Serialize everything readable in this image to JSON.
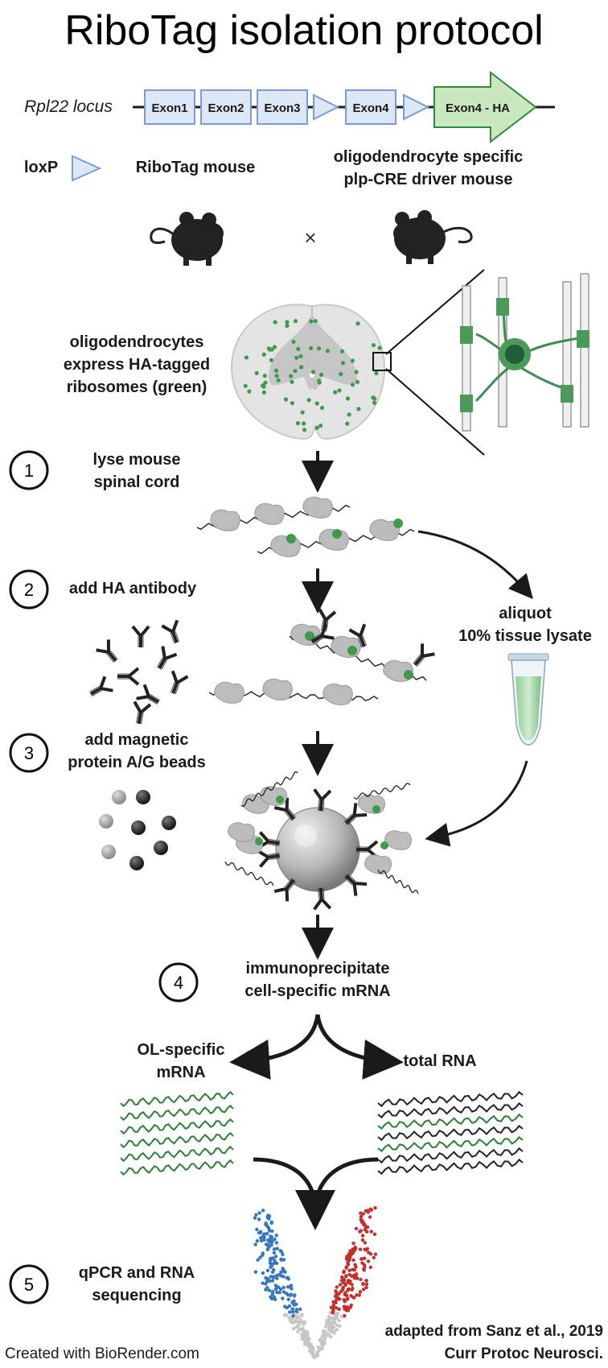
{
  "title": "RiboTag isolation protocol",
  "locus": {
    "label": "Rpl22 locus",
    "exons": [
      "Exon1",
      "Exon2",
      "Exon3",
      "Exon4",
      "Exon4 - HA"
    ]
  },
  "legend": {
    "loxp": "loxP",
    "ribotag_mouse": "RiboTag mouse",
    "driver_mouse_line1": "oligodendrocyte specific",
    "driver_mouse_line2": "plp-CRE driver mouse",
    "cross_symbol": "×"
  },
  "spinal": {
    "line1": "oligodendrocytes",
    "line2": "express HA-tagged",
    "line3": "ribosomes (green)"
  },
  "steps": [
    {
      "number": "1",
      "line1": "lyse mouse",
      "line2": "spinal cord"
    },
    {
      "number": "2",
      "line1": "add HA antibody",
      "line2": ""
    },
    {
      "number": "3",
      "line1": "add magnetic",
      "line2": "protein A/G  beads"
    },
    {
      "number": "4",
      "line1": "immunoprecipitate",
      "line2": "cell-specific mRNA"
    },
    {
      "number": "5",
      "line1": "qPCR and RNA",
      "line2": "sequencing"
    }
  ],
  "aliquot": {
    "line1": "aliquot",
    "line2": "10% tissue lysate"
  },
  "branches": {
    "ol_line1": "OL-specific",
    "ol_line2": "mRNA",
    "total": "total RNA"
  },
  "footer": {
    "created": "Created with BioRender.com",
    "citation_line1": "adapted from Sanz et al., 2019",
    "citation_line2": "Curr Protoc Neurosci."
  },
  "colors": {
    "exon_fill": "#dde8f7",
    "exon_stroke": "#7d9ad6",
    "ha_fill": "#c9e8c0",
    "ha_stroke": "#2f8a3a",
    "green": "#3f9a4c",
    "tissue": "#d7d7d7",
    "red": "#c0302c",
    "blue": "#3576bd"
  }
}
